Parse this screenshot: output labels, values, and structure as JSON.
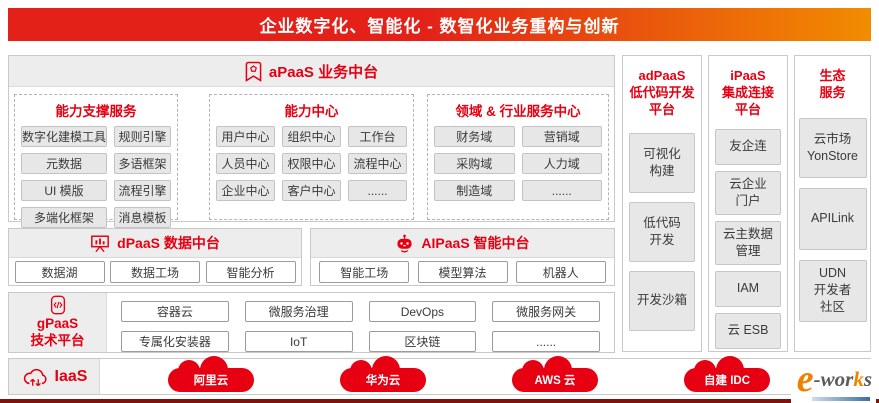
{
  "banner": {
    "title": "企业数字化、智能化 - 数智化业务重构与创新"
  },
  "colors": {
    "accent": "#e60012",
    "banner_left": "#e32119",
    "banner_right": "#f18c00",
    "cloud": "#e60012",
    "footer_bar": "#7e120d"
  },
  "apaas": {
    "title": "aPaaS 业务中台",
    "groups": [
      {
        "title": "能力支撑服务",
        "items": [
          "数字化建模工具",
          "规则引擎",
          "元数据",
          "多语框架",
          "UI 模版",
          "流程引擎",
          "多端化框架",
          "消息模板"
        ]
      },
      {
        "title": "能力中心",
        "items": [
          "用户中心",
          "组织中心",
          "工作台",
          "人员中心",
          "权限中心",
          "流程中心",
          "企业中心",
          "客户中心",
          "......"
        ]
      },
      {
        "title": "领域 & 行业服务中心",
        "items": [
          "财务域",
          "营销域",
          "采购域",
          "人力域",
          "制造域",
          "......"
        ]
      }
    ]
  },
  "dpaas": {
    "title": "dPaaS 数据中台",
    "items": [
      "数据湖",
      "数据工场",
      "智能分析"
    ]
  },
  "aipaas": {
    "title": "AIPaaS 智能中台",
    "items": [
      "智能工场",
      "模型算法",
      "机器人"
    ]
  },
  "gpaas": {
    "title": "gPaaS\n技术平台",
    "items": [
      "容器云",
      "微服务治理",
      "DevOps",
      "微服务网关",
      "专属化安装器",
      "IoT",
      "区块链",
      "......"
    ]
  },
  "iaas": {
    "title": "IaaS",
    "clouds": [
      "阿里云",
      "华为云",
      "AWS 云",
      "自建 IDC"
    ]
  },
  "side_panels": [
    {
      "title": "adPaaS\n低代码开发\n平台",
      "items": [
        "可视化\n构建",
        "低代码\n开发",
        "开发沙箱"
      ]
    },
    {
      "title": "iPaaS\n集成连接\n平台",
      "items": [
        "友企连",
        "云企业\n门户",
        "云主数据\n管理",
        "IAM",
        "云 ESB"
      ]
    },
    {
      "title": "生态\n服务",
      "items": [
        "云市场\nYonStore",
        "APILink",
        "UDN\n开发者\n社区"
      ]
    }
  ],
  "logo": {
    "e": "e",
    "dash_wor": "-wor",
    "k": "k",
    "s": "s"
  }
}
